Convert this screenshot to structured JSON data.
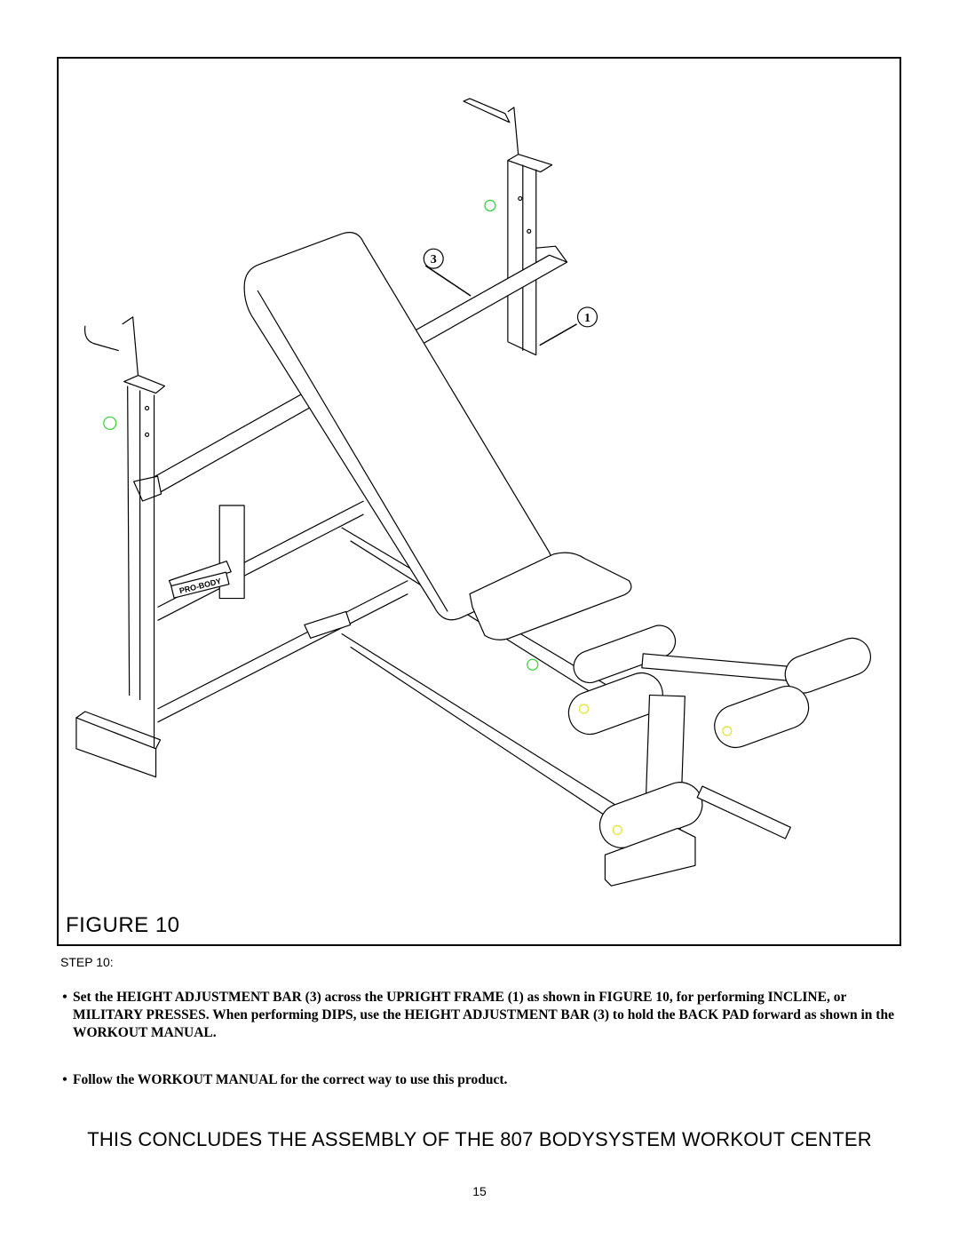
{
  "figure": {
    "label": "FIGURE 10",
    "callouts": [
      {
        "number": "3",
        "part": "HEIGHT ADJUSTMENT BAR"
      },
      {
        "number": "1",
        "part": "UPRIGHT FRAME"
      }
    ],
    "brand_plate_text": "PRO-BODY"
  },
  "step": {
    "label": "STEP 10:",
    "bullets": [
      "Set the HEIGHT ADJUSTMENT BAR (3) across the UPRIGHT FRAME (1) as shown in FIGURE 10, for performing INCLINE, or MILITARY PRESSES. When performing DIPS, use the HEIGHT ADJUSTMENT BAR (3) to hold the BACK PAD forward as shown in the WORKOUT MANUAL.",
      "Follow the WORKOUT MANUAL for the correct way to use this product."
    ],
    "bullet_glyph": "•"
  },
  "conclusion": "THIS CONCLUDES THE ASSEMBLY OF THE 807 BODYSYSTEM WORKOUT CENTER",
  "page_number": "15",
  "colors": {
    "ink": "#000000",
    "green_marker": "#3fd13f",
    "yellow_marker": "#e8e23a"
  }
}
